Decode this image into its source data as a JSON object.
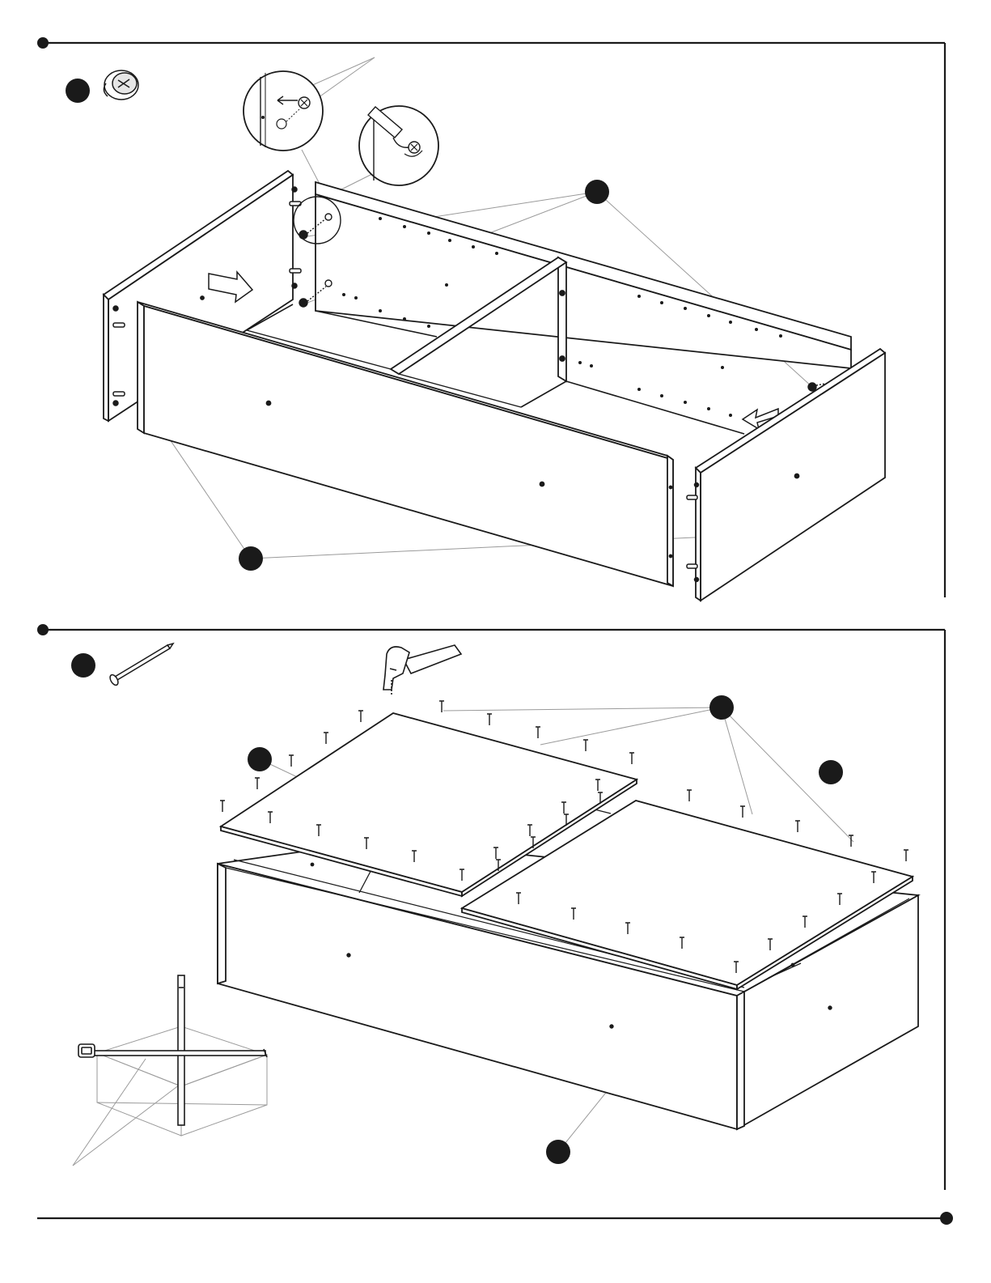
{
  "page": {
    "background_color": "#ffffff",
    "line_color": "#1a1a1a",
    "callout_color": "#9a9a9a"
  },
  "step_top": {
    "hardware_icon": "cam-lock-icon",
    "panels": [
      "left-side-panel",
      "back-panel",
      "center-divider",
      "front-panel",
      "right-side-panel"
    ],
    "detail_callouts": [
      "cam-lock-insert-detail",
      "screwdriver-tighten-detail"
    ],
    "arrows": [
      "slide-right-arrow",
      "slide-left-arrow"
    ]
  },
  "step_bottom": {
    "hardware_icon": "nail-icon",
    "tool_icon": "hammer-icon",
    "panels": [
      "left-back-board",
      "right-back-board",
      "cabinet-frame"
    ],
    "detail": "square-check-measuring-diagram"
  }
}
